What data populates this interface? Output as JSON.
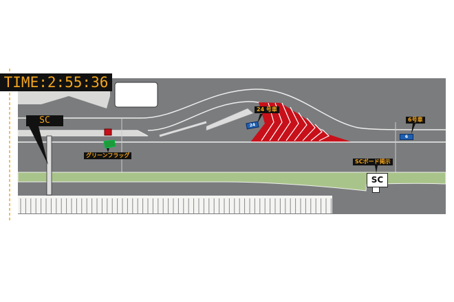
{
  "timer": {
    "text": "TIME:2:55:36"
  },
  "sc_light": {
    "text": "SC"
  },
  "labels": {
    "green_flag": "グリーンフラッグ",
    "car24": "24 号車",
    "car6": "6号車",
    "sc_board": "SCボード掲示"
  },
  "cars": {
    "car24_number": "24",
    "car6_number": "6"
  },
  "sc_board": {
    "text": "SC"
  },
  "colors": {
    "track": "#7b7c7e",
    "grass": "#a9c48a",
    "hatch": "#c8101a",
    "label_bg": "#111111",
    "label_text": "#f2a51e",
    "car": "#1e5fb0"
  }
}
